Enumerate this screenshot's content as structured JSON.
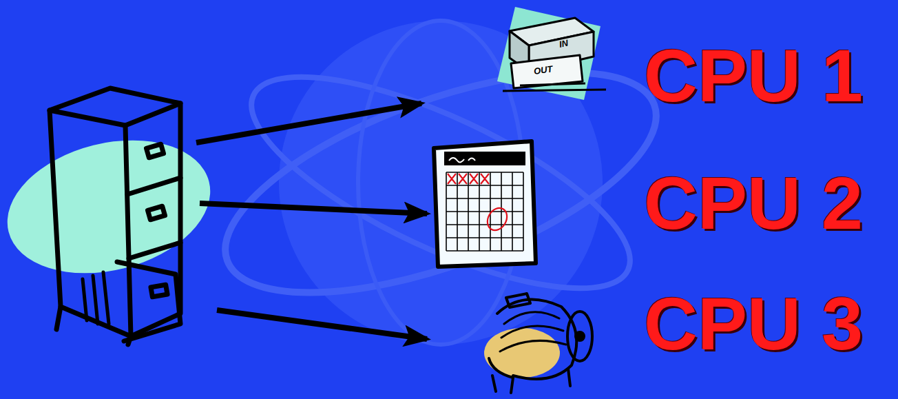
{
  "diagram": {
    "labels": [
      "IN",
      "OUT",
      "CPU 1",
      "CPU 2",
      "CPU 3"
    ]
  }
}
